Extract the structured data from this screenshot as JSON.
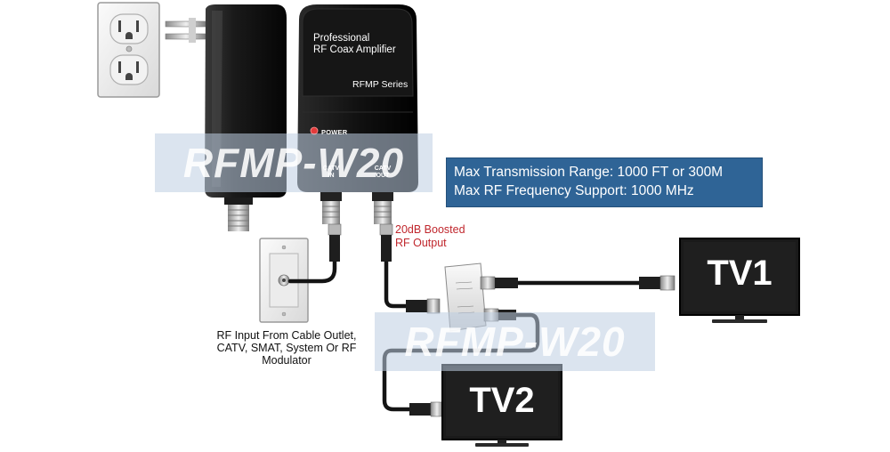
{
  "info_box": {
    "line1": "Max Transmission Range: 1000 FT or 300M",
    "line2": "Max RF Frequency Support: 1000 MHz",
    "color": "#2f6496"
  },
  "amplifier": {
    "title_line1": "Professional",
    "title_line2": "RF Coax Amplifier",
    "series": "RFMP Series",
    "power_label": "POWER",
    "port_in_line1": "CATV",
    "port_in_line2": "IN",
    "port_out_line1": "CATV",
    "port_out_line2": "OUT"
  },
  "output_label": {
    "line1": "20dB Boosted",
    "line2": "RF Output",
    "color": "#c0272d"
  },
  "input_label": {
    "line1": "RF Input From Cable Outlet,",
    "line2": "CATV, SMAT, System Or RF",
    "line3": "Modulator"
  },
  "tv1": {
    "label": "TV1"
  },
  "tv2": {
    "label": "TV2"
  },
  "watermark": {
    "text": "RFMP-W20"
  }
}
